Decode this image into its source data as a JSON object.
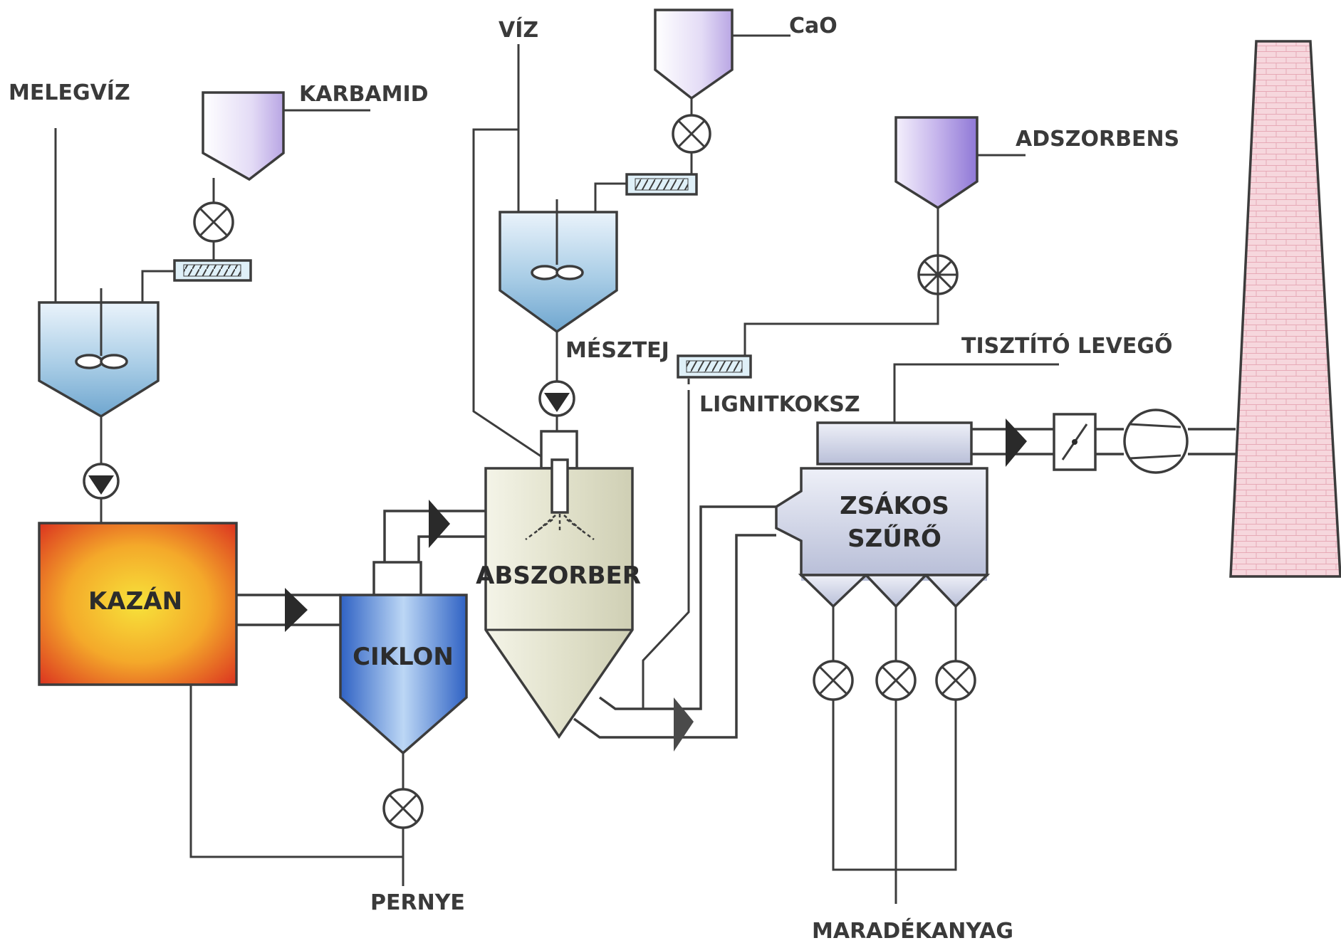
{
  "labels": {
    "melegviz": "MELEGVÍZ",
    "karbamid": "KARBAMID",
    "viz": "VÍZ",
    "cao": "CaO",
    "adszorbens": "ADSZORBENS",
    "mesztej": "MÉSZTEJ",
    "lignitkoksz": "LIGNITKOKSZ",
    "tisztito_levego": "TISZTÍTÓ LEVEGŐ",
    "pernye": "PERNYE",
    "maradekanyag": "MARADÉKANYAG"
  },
  "equipment": {
    "kazan": "KAZÁN",
    "ciklon": "CIKLON",
    "abszorber": "ABSZORBER",
    "zsakos_line1": "ZSÁKOS",
    "zsakos_line2": "SZŰRŐ"
  },
  "colors": {
    "line": "#3c3c3c",
    "tank_blue": "#9ec7e3",
    "silo_violet": "#c9b8ea",
    "ciklon_blue": "#3f7fd2",
    "abszorber_beige": "#e6e6d2",
    "filter_grey": "#cfd3e6",
    "stack_pink": "#f3cfd6",
    "kazan_hot": "#f5c62a",
    "kazan_edge": "#d92a1f"
  }
}
